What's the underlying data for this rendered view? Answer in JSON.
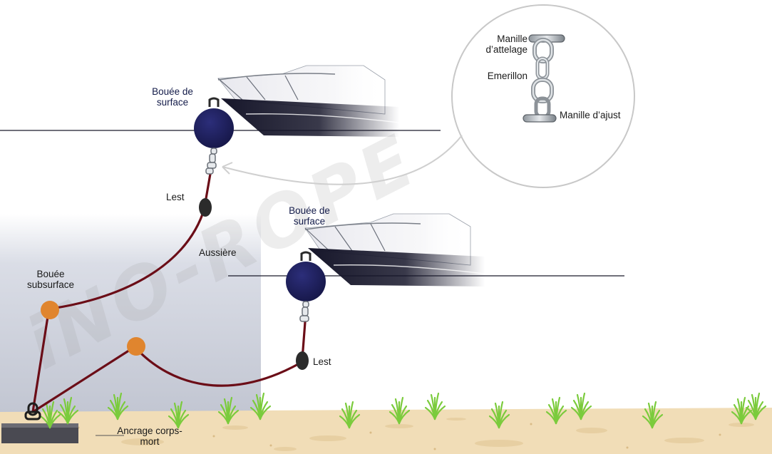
{
  "labels": {
    "surface_buoy_1": "Bouée de surface",
    "lest_1": "Lest",
    "surface_buoy_2": "Bouée de surface",
    "aussiere": "Aussière",
    "subsurface_buoy": "Bouée subsurface",
    "lest_2": "Lest",
    "anchor": "Ancrage corps-mort",
    "shackle_top": "Manille d’attelage",
    "swivel": "Emerillon",
    "shackle_bottom": "Manille d’ajust"
  },
  "watermark": "iNO-ROPE",
  "colors": {
    "buoy_surface": "#1e1f5e",
    "buoy_subsurface": "#e0852e",
    "rope": "#6b0d17",
    "sand": "#f1ddb7",
    "water_shade": "#c7cbd6",
    "grass": "#7bcb3c",
    "hull": "#1a1a2a"
  }
}
